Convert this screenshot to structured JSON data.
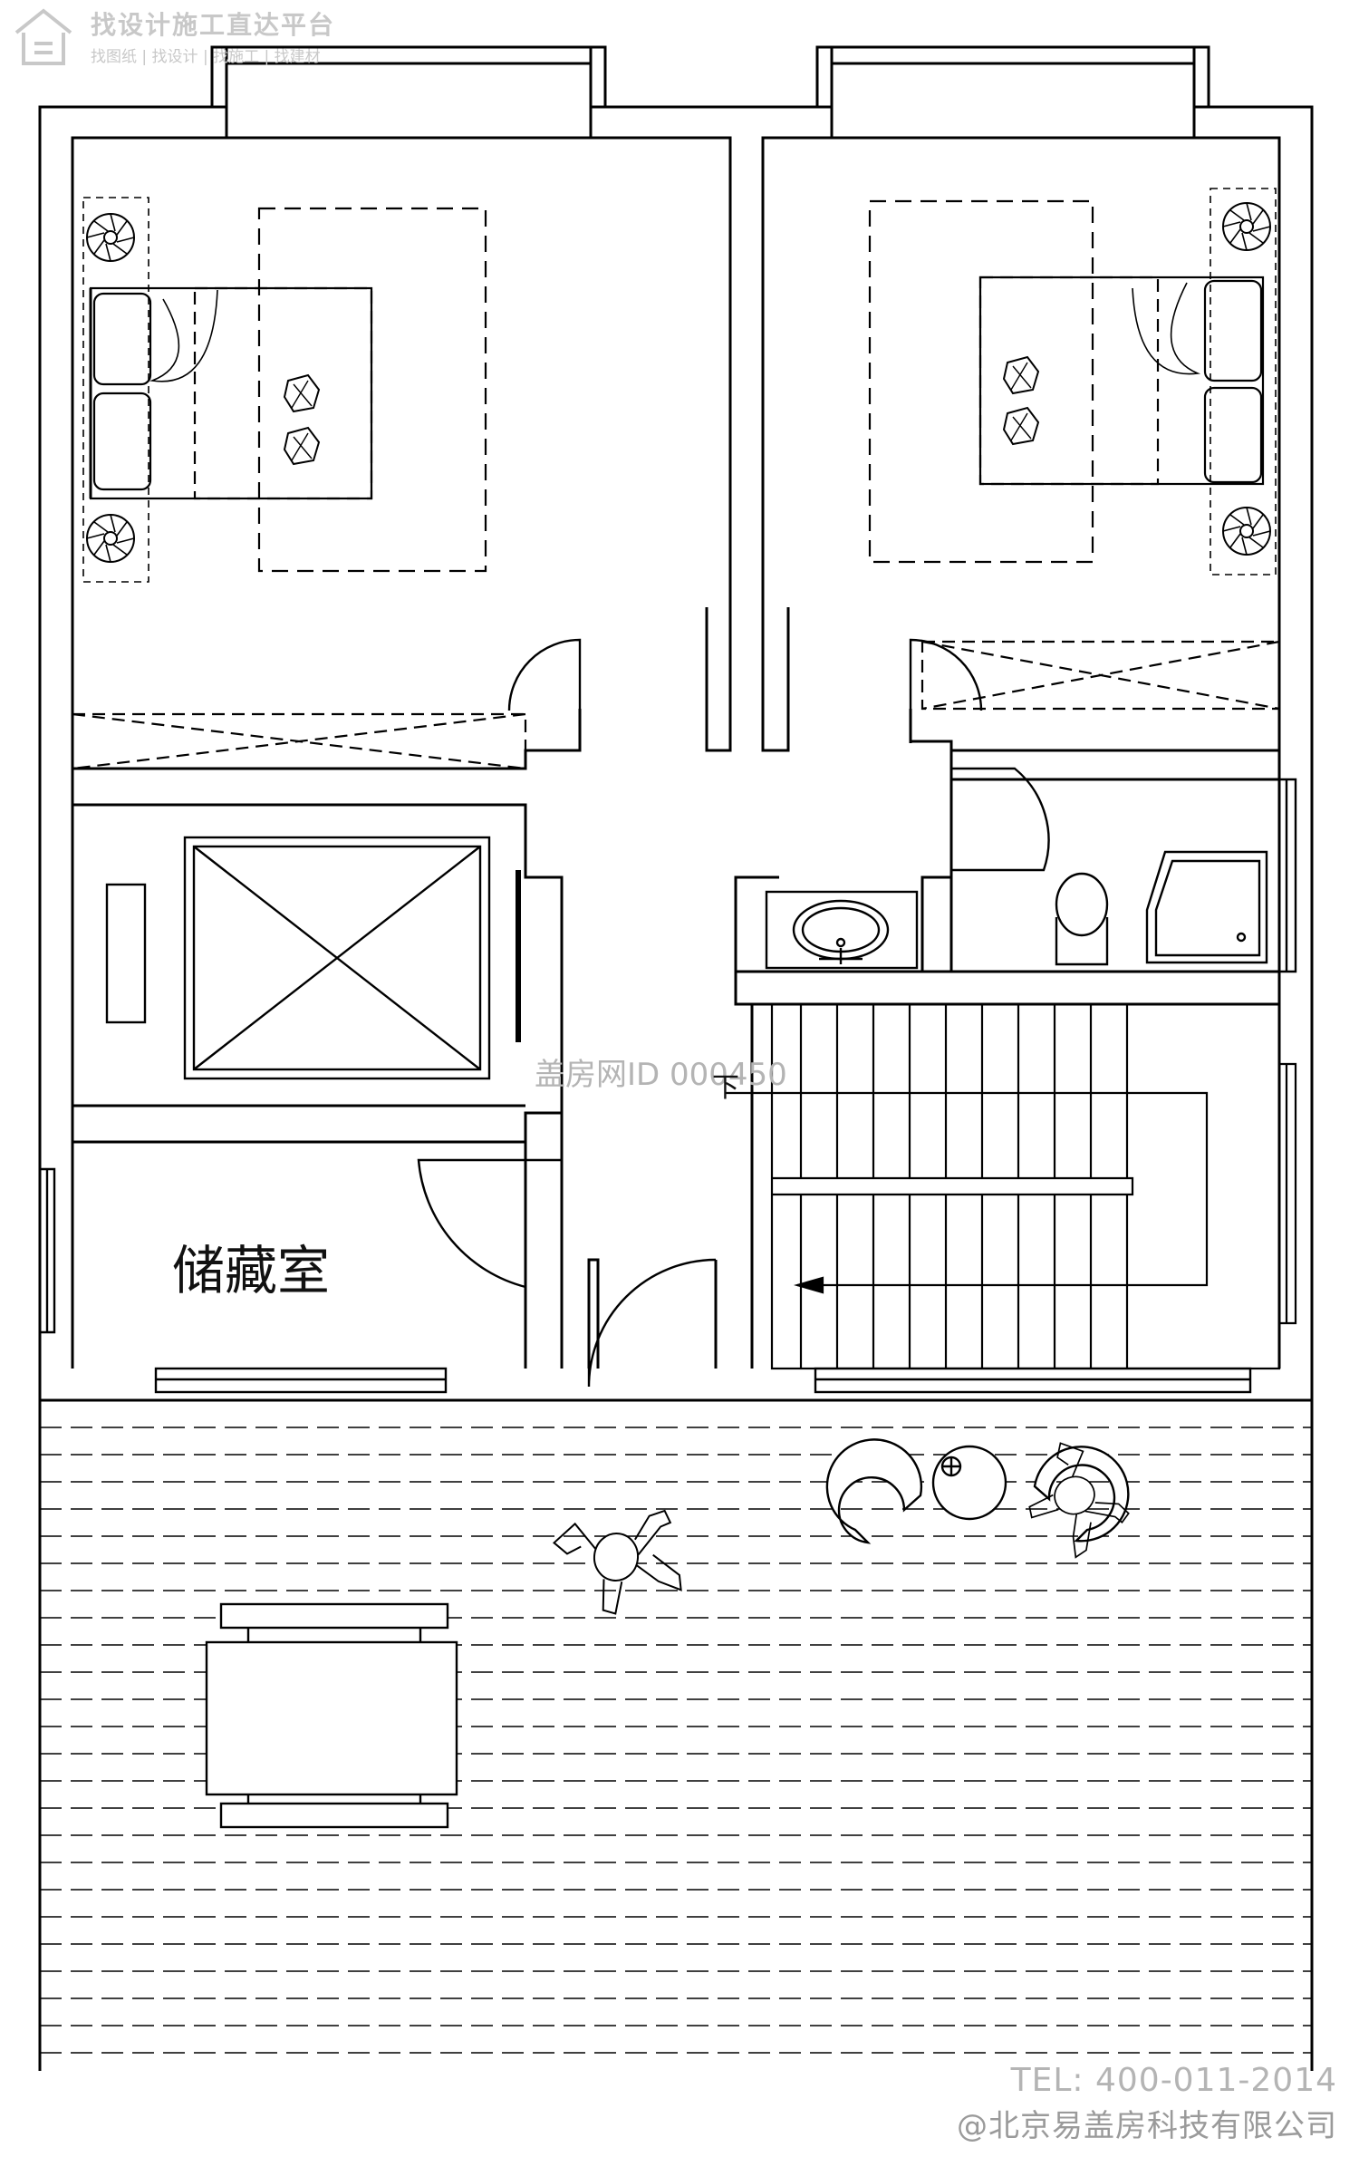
{
  "watermark": {
    "title": "找设计施工直达平台",
    "subtitle": "找图纸 | 找设计 | 找施工 | 找建材",
    "id_label": "盖房网ID 000450"
  },
  "rooms": {
    "storage": "储藏室"
  },
  "stair": {
    "down_label": "下"
  },
  "footer": {
    "tel": "TEL: 400-011-2014",
    "copyright": "@北京易盖房科技有限公司"
  },
  "colors": {
    "line": "#000000",
    "watermark": "#c8c8c8",
    "background": "#ffffff"
  }
}
